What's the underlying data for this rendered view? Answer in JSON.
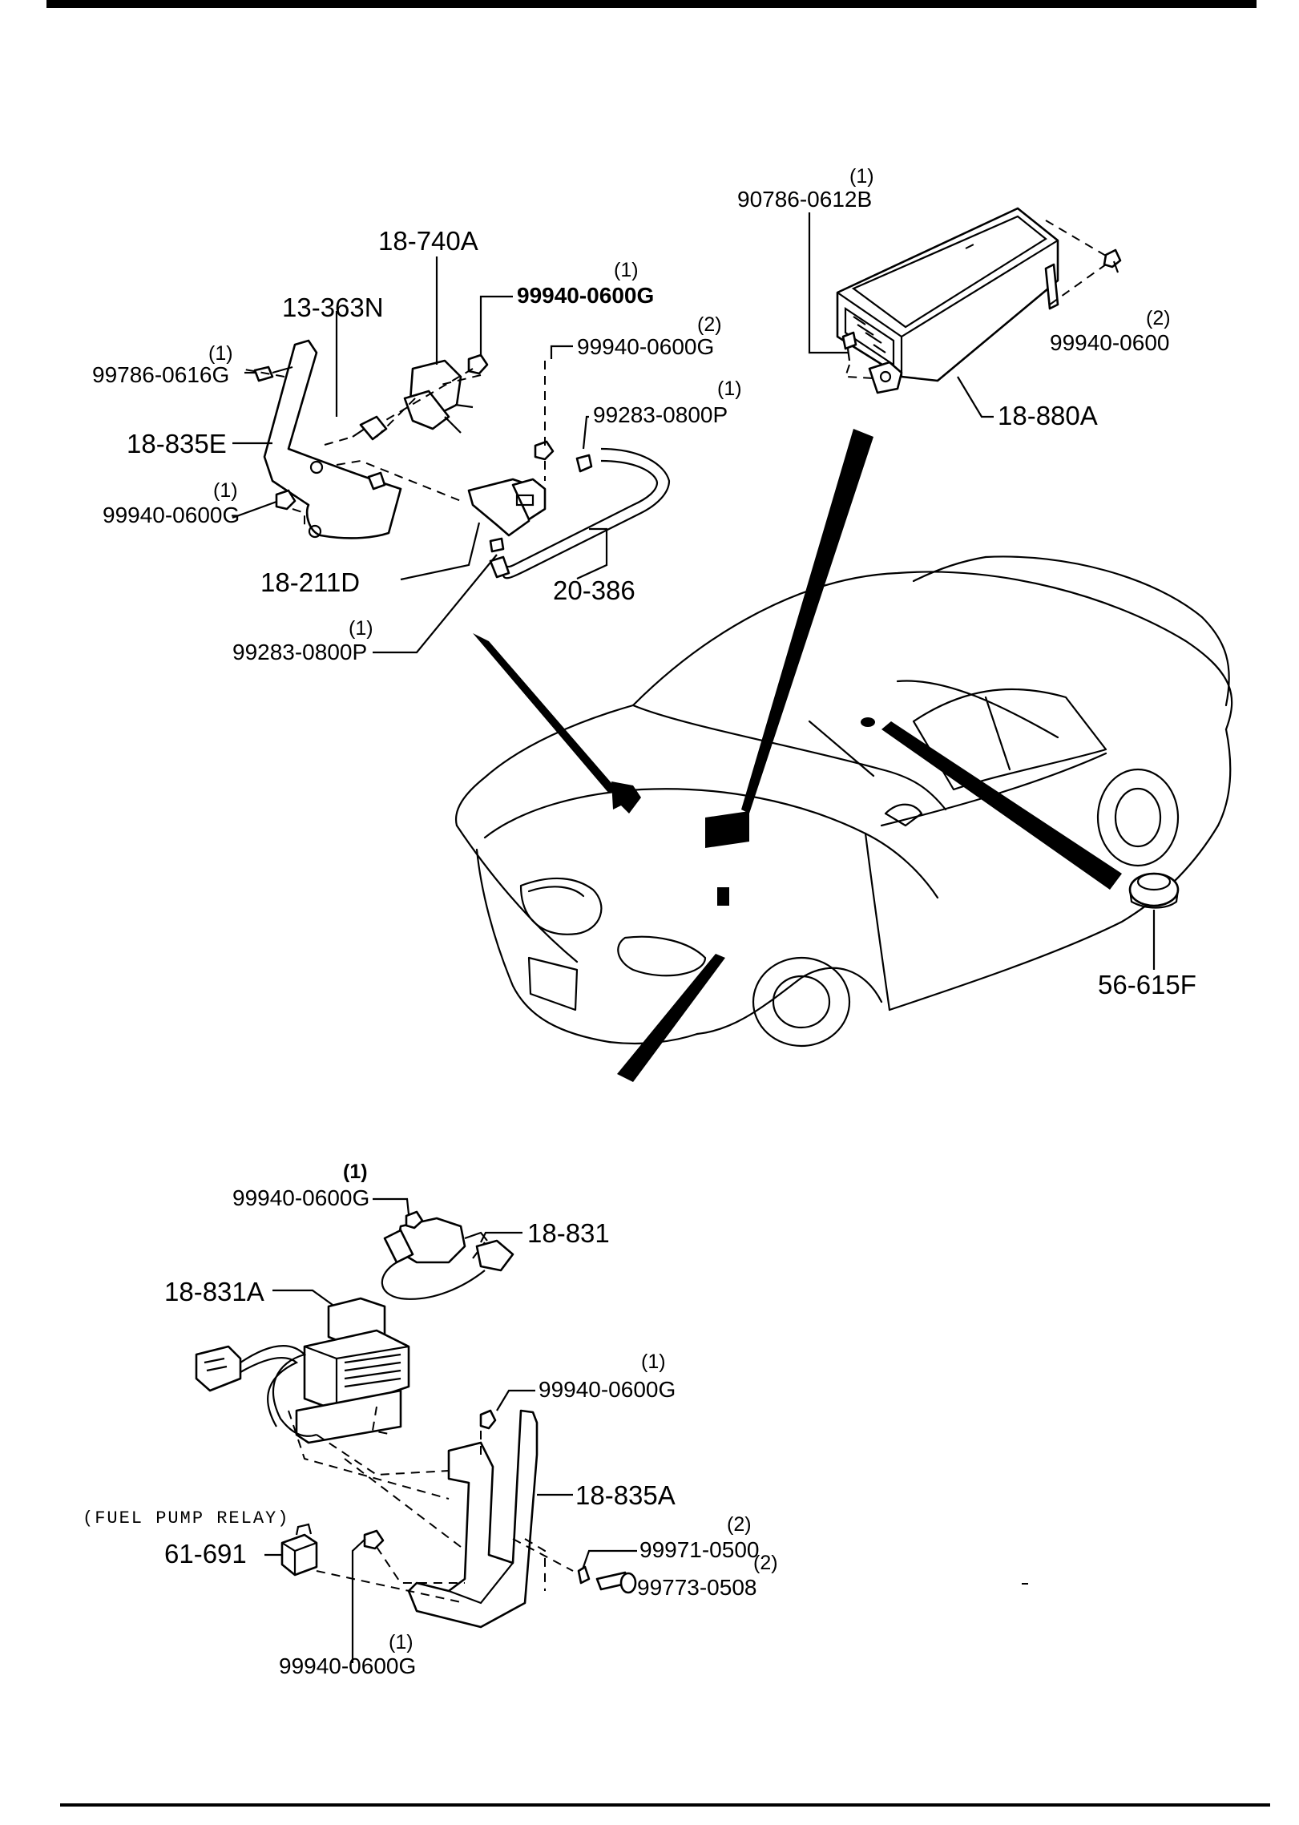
{
  "diagram": {
    "top_section": {
      "callouts": [
        {
          "id": "c-18-740a",
          "part": "18-740A",
          "qty": ""
        },
        {
          "id": "c-13-363n",
          "part": "13-363N",
          "qty": ""
        },
        {
          "id": "c-99940-0600g-a",
          "part": "99940-0600G",
          "qty": "(1)"
        },
        {
          "id": "c-99940-0600g-b",
          "part": "99940-0600G",
          "qty": "(2)"
        },
        {
          "id": "c-99786-0616g",
          "part": "99786-0616G",
          "qty": "(1)"
        },
        {
          "id": "c-99283-0800p-a",
          "part": "99283-0800P",
          "qty": "(1)"
        },
        {
          "id": "c-18-835e",
          "part": "18-835E",
          "qty": ""
        },
        {
          "id": "c-99940-0600g-c",
          "part": "99940-0600G",
          "qty": "(1)"
        },
        {
          "id": "c-18-211d",
          "part": "18-211D",
          "qty": ""
        },
        {
          "id": "c-20-386",
          "part": "20-386",
          "qty": ""
        },
        {
          "id": "c-99283-0800p-b",
          "part": "99283-0800P",
          "qty": "(1)"
        }
      ]
    },
    "ecu_section": {
      "callouts": [
        {
          "id": "c-90786-0612b",
          "part": "90786-0612B",
          "qty": "(1)"
        },
        {
          "id": "c-99940-0600",
          "part": "99940-0600",
          "qty": "(2)"
        },
        {
          "id": "c-18-880a",
          "part": "18-880A",
          "qty": ""
        }
      ]
    },
    "grommet": {
      "part": "56-615F"
    },
    "bottom_section": {
      "callouts": [
        {
          "id": "c-99940-0600g-d",
          "part": "99940-0600G",
          "qty": "(1)"
        },
        {
          "id": "c-18-831",
          "part": "18-831",
          "qty": ""
        },
        {
          "id": "c-18-831a",
          "part": "18-831A",
          "qty": ""
        },
        {
          "id": "c-99940-0600g-e",
          "part": "99940-0600G",
          "qty": "(1)"
        },
        {
          "id": "c-18-835a",
          "part": "18-835A",
          "qty": ""
        },
        {
          "id": "c-99971-0500",
          "part": "99971-0500",
          "qty": "(2)"
        },
        {
          "id": "c-99773-0508",
          "part": "99773-0508",
          "qty": "(2)"
        },
        {
          "id": "c-61-691",
          "part": "61-691",
          "qty": "",
          "note": "(FUEL PUMP RELAY)"
        },
        {
          "id": "c-99940-0600g-f",
          "part": "99940-0600G",
          "qty": "(1)"
        }
      ]
    }
  }
}
